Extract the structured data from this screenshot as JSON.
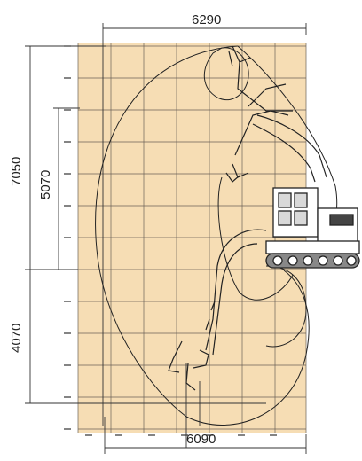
{
  "dimensions": {
    "top_width": "6290",
    "bottom_width": "6090",
    "left_outer_height": "7050",
    "left_inner_height": "5070",
    "left_lower_height": "4070"
  },
  "colors": {
    "grid_background": "#f6ddb4",
    "grid_lines": "#6b6157",
    "outline": "#2a2a2a"
  },
  "icons": [
    "excavator-icon"
  ]
}
